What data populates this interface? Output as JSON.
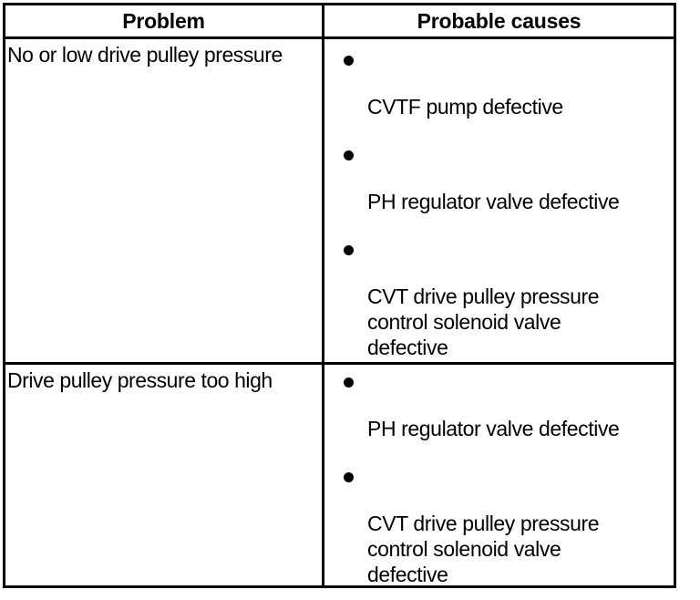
{
  "table": {
    "header": {
      "problem_label": "Problem",
      "causes_label": "Probable causes"
    },
    "rows": [
      {
        "problem": "No or low drive pulley pressure",
        "causes": [
          {
            "bullet": "●",
            "lines": [
              "CVTF pump defective"
            ]
          },
          {
            "bullet": "●",
            "lines": [
              "PH regulator valve defective"
            ]
          },
          {
            "bullet": "●",
            "lines": [
              "CVT drive pulley pressure",
              "control solenoid valve",
              "defective"
            ]
          }
        ]
      },
      {
        "problem": "Drive pulley pressure too high",
        "causes": [
          {
            "bullet": "●",
            "lines": [
              "PH regulator valve defective"
            ]
          },
          {
            "bullet": "●",
            "lines": [
              "CVT drive pulley pressure",
              "control solenoid valve",
              "defective"
            ]
          }
        ]
      }
    ]
  },
  "style": {
    "border_color": "#000000",
    "text_color": "#000000",
    "background": "#ffffff"
  },
  "layout": {
    "row1_bullet_tops": [
      18,
      122,
      226
    ],
    "row2_bullet_tops": [
      14,
      118
    ]
  }
}
